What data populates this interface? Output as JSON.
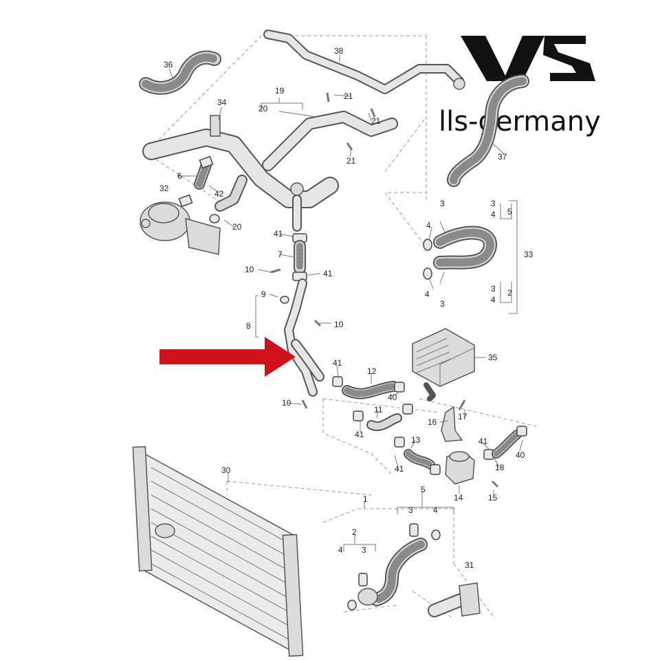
{
  "brand": {
    "name": "lls-germany",
    "registered_mark": "®",
    "color": "#111111"
  },
  "arrow": {
    "color": "#d0101b"
  },
  "callouts": [
    {
      "id": "c36",
      "text": "36"
    },
    {
      "id": "c38",
      "text": "38"
    },
    {
      "id": "c34",
      "text": "34"
    },
    {
      "id": "c19",
      "text": "19"
    },
    {
      "id": "c20a",
      "text": "20"
    },
    {
      "id": "c21a",
      "text": "21"
    },
    {
      "id": "c21b",
      "text": "21"
    },
    {
      "id": "c21c",
      "text": "21"
    },
    {
      "id": "c37",
      "text": "37"
    },
    {
      "id": "c6",
      "text": "6"
    },
    {
      "id": "c42",
      "text": "42"
    },
    {
      "id": "c32",
      "text": "32"
    },
    {
      "id": "c20b",
      "text": "20"
    },
    {
      "id": "c3a",
      "text": "3"
    },
    {
      "id": "c3b",
      "text": "3"
    },
    {
      "id": "c4a",
      "text": "4"
    },
    {
      "id": "c5a",
      "text": "5"
    },
    {
      "id": "c4b",
      "text": "4"
    },
    {
      "id": "c33",
      "text": "33"
    },
    {
      "id": "c3c",
      "text": "3"
    },
    {
      "id": "c4c",
      "text": "4"
    },
    {
      "id": "c2a",
      "text": "2"
    },
    {
      "id": "c4d",
      "text": "4"
    },
    {
      "id": "c3d",
      "text": "3"
    },
    {
      "id": "c41a",
      "text": "41"
    },
    {
      "id": "c7",
      "text": "7"
    },
    {
      "id": "c10a",
      "text": "10"
    },
    {
      "id": "c41b",
      "text": "41"
    },
    {
      "id": "c9",
      "text": "9"
    },
    {
      "id": "c10b",
      "text": "10"
    },
    {
      "id": "c8",
      "text": "8"
    },
    {
      "id": "c35",
      "text": "35"
    },
    {
      "id": "c41c",
      "text": "41"
    },
    {
      "id": "c12",
      "text": "12"
    },
    {
      "id": "c40a",
      "text": "40"
    },
    {
      "id": "c10c",
      "text": "10"
    },
    {
      "id": "c11",
      "text": "11"
    },
    {
      "id": "c17",
      "text": "17"
    },
    {
      "id": "c16",
      "text": "16"
    },
    {
      "id": "c41d",
      "text": "41"
    },
    {
      "id": "c41e",
      "text": "41"
    },
    {
      "id": "c13",
      "text": "13"
    },
    {
      "id": "c40b",
      "text": "40"
    },
    {
      "id": "c18",
      "text": "18"
    },
    {
      "id": "c41f",
      "text": "41"
    },
    {
      "id": "c14",
      "text": "14"
    },
    {
      "id": "c15",
      "text": "15"
    },
    {
      "id": "c30",
      "text": "30"
    },
    {
      "id": "c1",
      "text": "1"
    },
    {
      "id": "c5b",
      "text": "5"
    },
    {
      "id": "c3e",
      "text": "3"
    },
    {
      "id": "c4e",
      "text": "4"
    },
    {
      "id": "c2b",
      "text": "2"
    },
    {
      "id": "c4f",
      "text": "4"
    },
    {
      "id": "c3f",
      "text": "3"
    },
    {
      "id": "c31",
      "text": "31"
    }
  ]
}
